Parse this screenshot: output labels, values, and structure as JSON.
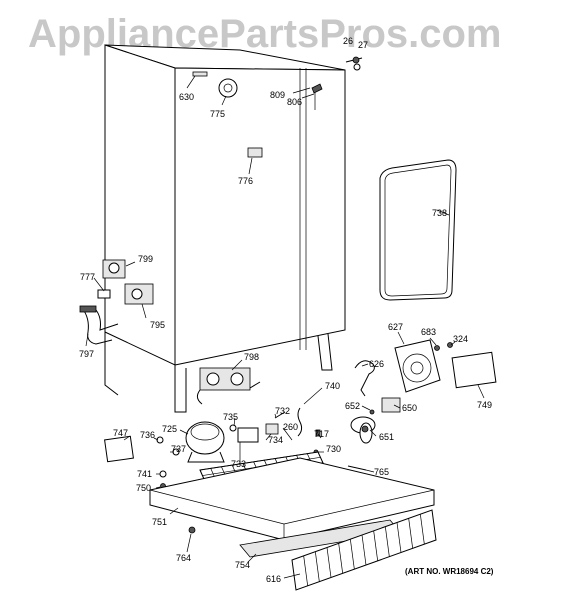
{
  "watermark": "AppliancePartsPros.com",
  "art_number": "(ART NO. WR18694 C2)",
  "part_labels": {
    "p26": "26",
    "p27": "27",
    "p630": "630",
    "p775": "775",
    "p809": "809",
    "p806": "806",
    "p776": "776",
    "p738": "738",
    "p799": "799",
    "p777": "777",
    "p795": "795",
    "p797": "797",
    "p798": "798",
    "p627": "627",
    "p683": "683",
    "p324": "324",
    "p626": "626",
    "p749": "749",
    "p740": "740",
    "p652": "652",
    "p650": "650",
    "p651": "651",
    "p735": "735",
    "p732": "732",
    "p725": "725",
    "p734": "734",
    "p260": "260",
    "p717": "717",
    "p730": "730",
    "p747": "747",
    "p736": "736",
    "p737": "737",
    "p733": "733",
    "p765": "765",
    "p741": "741",
    "p750": "750",
    "p751": "751",
    "p764": "764",
    "p754": "754",
    "p616": "616"
  }
}
